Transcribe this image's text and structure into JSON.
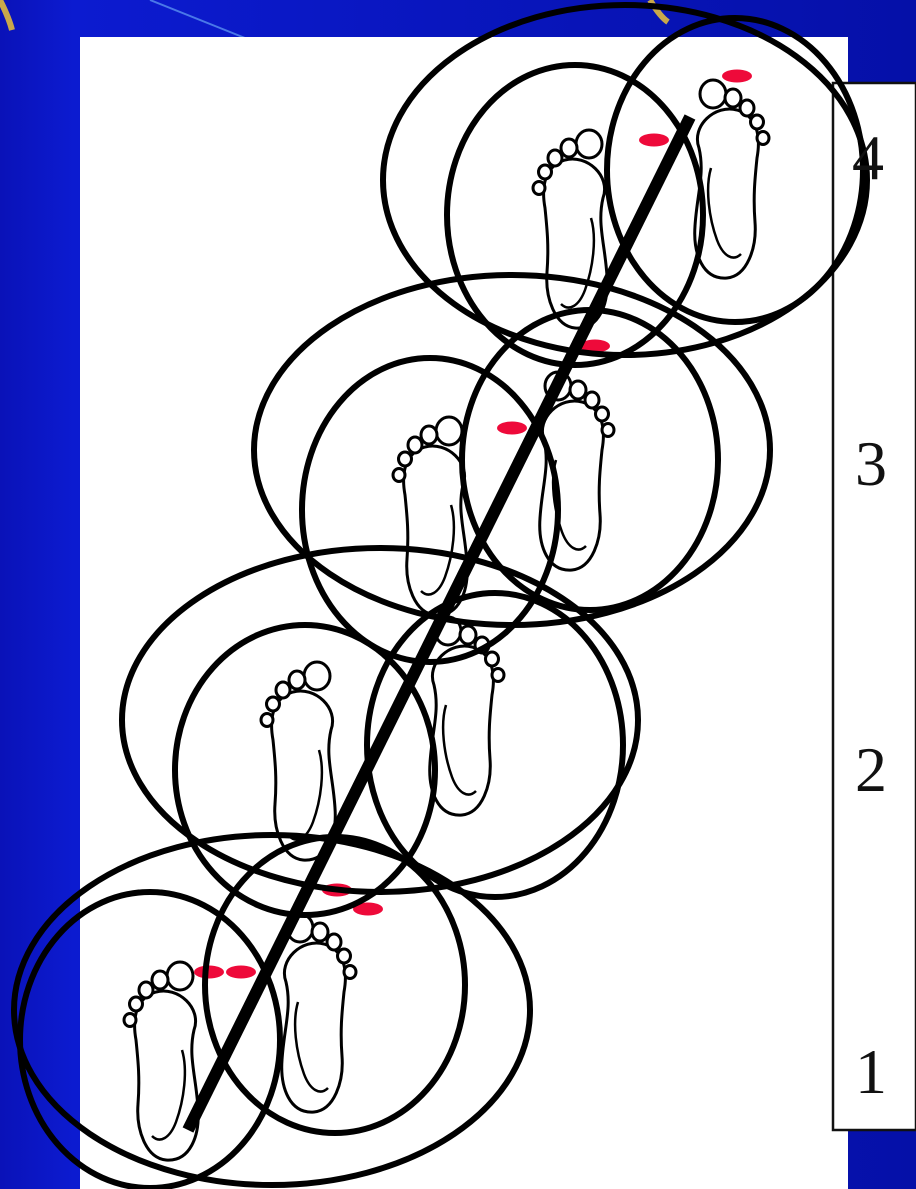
{
  "diagram": {
    "scale_labels": [
      "1",
      "2",
      "3",
      "4"
    ],
    "colors": {
      "background": "#0a12b8",
      "panel": "#ffffff",
      "outline": "#000000",
      "marker": "#ee0a3a"
    },
    "icons": {
      "foot": "footprint-icon",
      "marker": "pressure-point-marker"
    }
  }
}
